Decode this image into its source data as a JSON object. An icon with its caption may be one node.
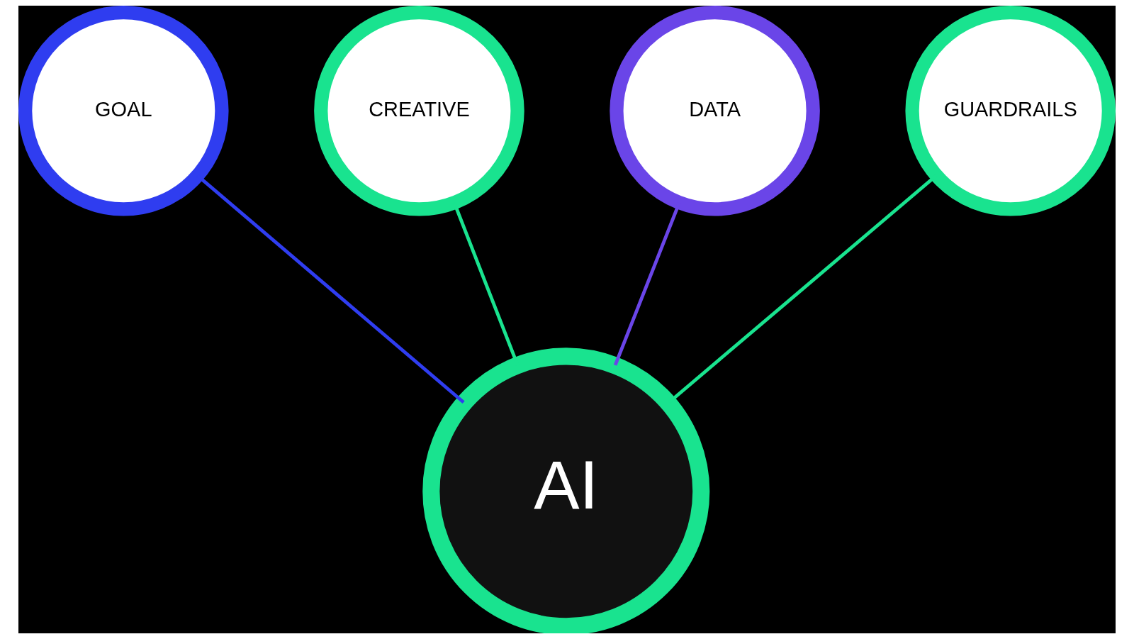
{
  "diagram": {
    "nodes": [
      {
        "text": [
          "GOAL"
        ]
      },
      {
        "text": [
          "CREATIVE"
        ]
      },
      {
        "text": [
          "DATA"
        ]
      },
      {
        "text": [
          "GUARDRAILS"
        ]
      },
      {
        "text": [
          "AI"
        ]
      }
    ],
    "edges": [
      {
        "from": 0,
        "to": 4,
        "arrow": "none",
        "color": "#2f3df0"
      },
      {
        "from": 1,
        "to": 4,
        "arrow": "none",
        "color": "#19e38f"
      },
      {
        "from": 2,
        "to": 4,
        "arrow": "none",
        "color": "#6a45e8"
      },
      {
        "from": 3,
        "to": 4,
        "arrow": "none",
        "color": "#19e38f"
      }
    ]
  }
}
